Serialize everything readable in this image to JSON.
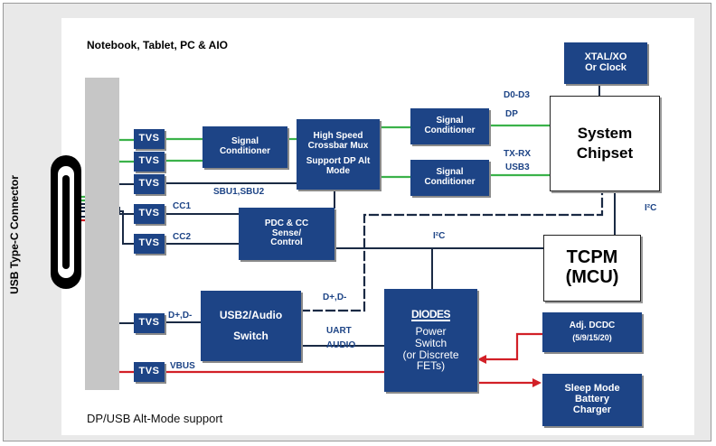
{
  "title": "Notebook, Tablet, PC & AIO",
  "footer": "DP/USB Alt-Mode support",
  "connector_label": "USB Type-C Connector",
  "tvs_label": "TVS",
  "blocks": {
    "signal_conditioner_left": [
      "Signal",
      "Conditioner"
    ],
    "crossbar_mux": [
      "High Speed",
      "Crossbar Mux",
      "Support DP Alt",
      "Mode"
    ],
    "signal_conditioner_top": [
      "Signal",
      "Conditioner"
    ],
    "signal_conditioner_bottom": [
      "Signal",
      "Conditioner"
    ],
    "system_chipset": [
      "System",
      "Chipset"
    ],
    "xtal": [
      "XTAL/XO",
      "Or Clock"
    ],
    "pdc": [
      "PDC & CC",
      "Sense/",
      "Control"
    ],
    "tcpm": [
      "TCPM",
      "(MCU)"
    ],
    "usb2_audio": [
      "USB2/Audio",
      "Switch"
    ],
    "diodes_logo": "DIODES",
    "power_switch": [
      "Power",
      "Switch",
      "(or Discrete",
      "FETs)"
    ],
    "adj_dcdc": [
      "Adj. DCDC",
      "(5/9/15/20)"
    ],
    "sleep_mode": [
      "Sleep Mode",
      "Battery",
      "Charger"
    ]
  },
  "labels": {
    "d0_d3": "D0-D3",
    "dp": "DP",
    "tx_rx": "TX-RX",
    "usb3": "USB3",
    "sbu": "SBU1,SBU2",
    "cc1": "CC1",
    "cc2": "CC2",
    "i2c_right": "I²C",
    "i2c_mid": "I²C",
    "dplus_dminus_left": "D+,D-",
    "dplus_dminus_right": "D+,D-",
    "uart": "UART",
    "audio": "AUDIO",
    "vbus": "VBUS"
  },
  "colors": {
    "block_blue": "#1d4486",
    "high_speed_line": "#3bb24a",
    "power_line": "#d22027",
    "signal_line": "#1a2a44"
  }
}
